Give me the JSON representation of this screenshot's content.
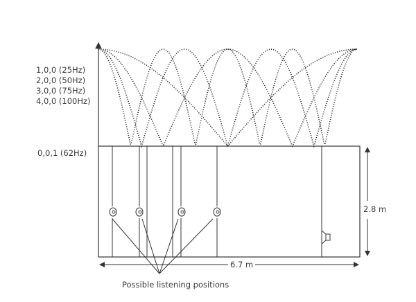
{
  "mode_labels": [
    "1,0,0 (25Hz)",
    "2,0,0 (50Hz)",
    "3,0,0 (75Hz)",
    "4,0,0 (100Hz)"
  ],
  "vertical_mode_label": "0,0,1 (62Hz)",
  "room_length_label": "6.7 m",
  "room_height_label": "2.8 m",
  "listening_positions_label": "Possible listening positions",
  "axial_modes": [
    1,
    2,
    3,
    4
  ],
  "colors": {
    "line": "#333333",
    "dots": "#333333"
  }
}
